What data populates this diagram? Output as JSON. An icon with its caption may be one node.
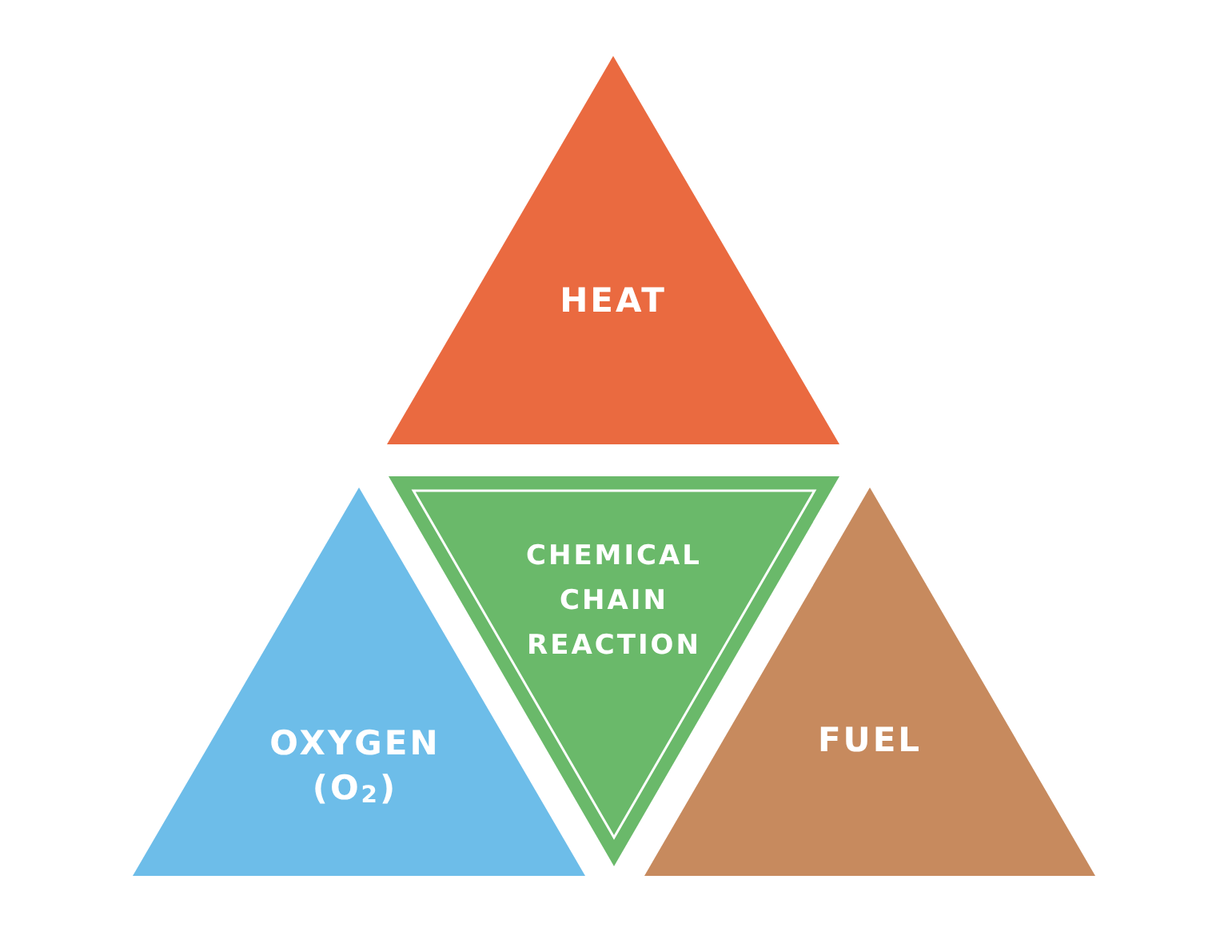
{
  "diagram": {
    "nodes": [
      {
        "text": [
          "HEAT"
        ]
      },
      {
        "text": [
          "OXYGEN (O$_{2}$)"
        ]
      },
      {
        "text": [
          "CHEMICAL CHAIN REACTION"
        ]
      },
      {
        "text": [
          "FUEL"
        ]
      }
    ]
  }
}
